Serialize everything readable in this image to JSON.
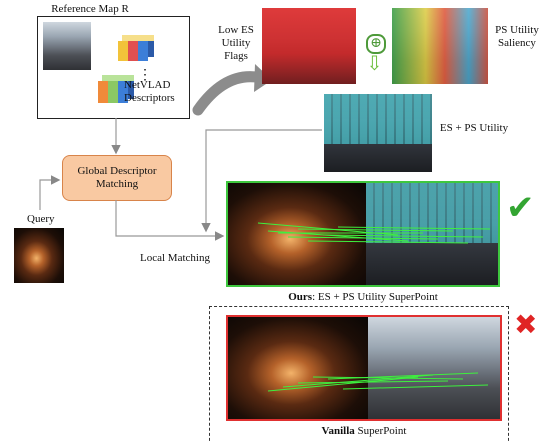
{
  "reference": {
    "title": "Reference Map R",
    "descriptor_label": "NetVLAD Descriptors"
  },
  "pipeline": {
    "global_matching": "Global Descriptor Matching",
    "query_label": "Query",
    "local_matching_label": "Local Matching"
  },
  "utility": {
    "low_es_label": "Low ES Utility Flags",
    "ps_label": "PS Utility Saliency",
    "combined_label": "ES + PS Utility",
    "plus_symbol": "⊕",
    "down_arrow": "⇩"
  },
  "results": {
    "ours_bold": "Ours",
    "ours_rest": ": ES + PS Utility SuperPoint",
    "vanilla_bold": "Vanilla",
    "vanilla_rest": " SuperPoint",
    "success_mark": "✔",
    "fail_mark": "✖"
  },
  "colors": {
    "accent_orange_fill": "#f9c9a2",
    "accent_orange_border": "#d8844a",
    "ours_border": "#3ec73e",
    "vanilla_border": "#e03030",
    "check_green": "#33a532",
    "cross_red": "#e02525",
    "match_line": "#3ef03e"
  }
}
